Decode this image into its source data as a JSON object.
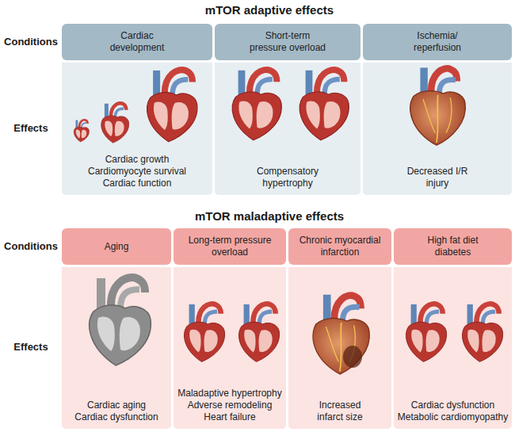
{
  "diagram": {
    "nodes": [
      {
        "text": [
          "Cardiac development"
        ]
      },
      {
        "text": [
          "Short-term pressure overload"
        ]
      },
      {
        "text": [
          "Ischemia/ reperfusion"
        ]
      },
      {
        "text": [
          "Cardiac growth",
          "Cardiomyocyte survival",
          "Cardiac function"
        ]
      },
      {
        "text": [
          "Compensatory hypertrophy"
        ]
      },
      {
        "text": [
          "Decreased I/R injury"
        ]
      },
      {
        "text": [
          "Aging"
        ]
      },
      {
        "text": [
          "Long-term pressure overload"
        ]
      },
      {
        "text": [
          "Chronic myocardial infarction"
        ]
      },
      {
        "text": [
          "High fat diet diabetes"
        ]
      },
      {
        "text": [
          "Cardiac aging",
          "Cardiac dysfunction"
        ]
      },
      {
        "text": [
          "Maladaptive hypertrophy",
          "Adverse remodeling",
          "Heart failure"
        ]
      },
      {
        "text": [
          "Increased infarct size"
        ]
      },
      {
        "text": [
          "Cardiac dysfunction",
          "Metabolic cardiomyopathy"
        ]
      }
    ],
    "labels": [
      "mTOR adaptive effects",
      "Conditions",
      "Effects",
      "mTOR maladaptive effects",
      "Conditions",
      "Effects"
    ]
  }
}
